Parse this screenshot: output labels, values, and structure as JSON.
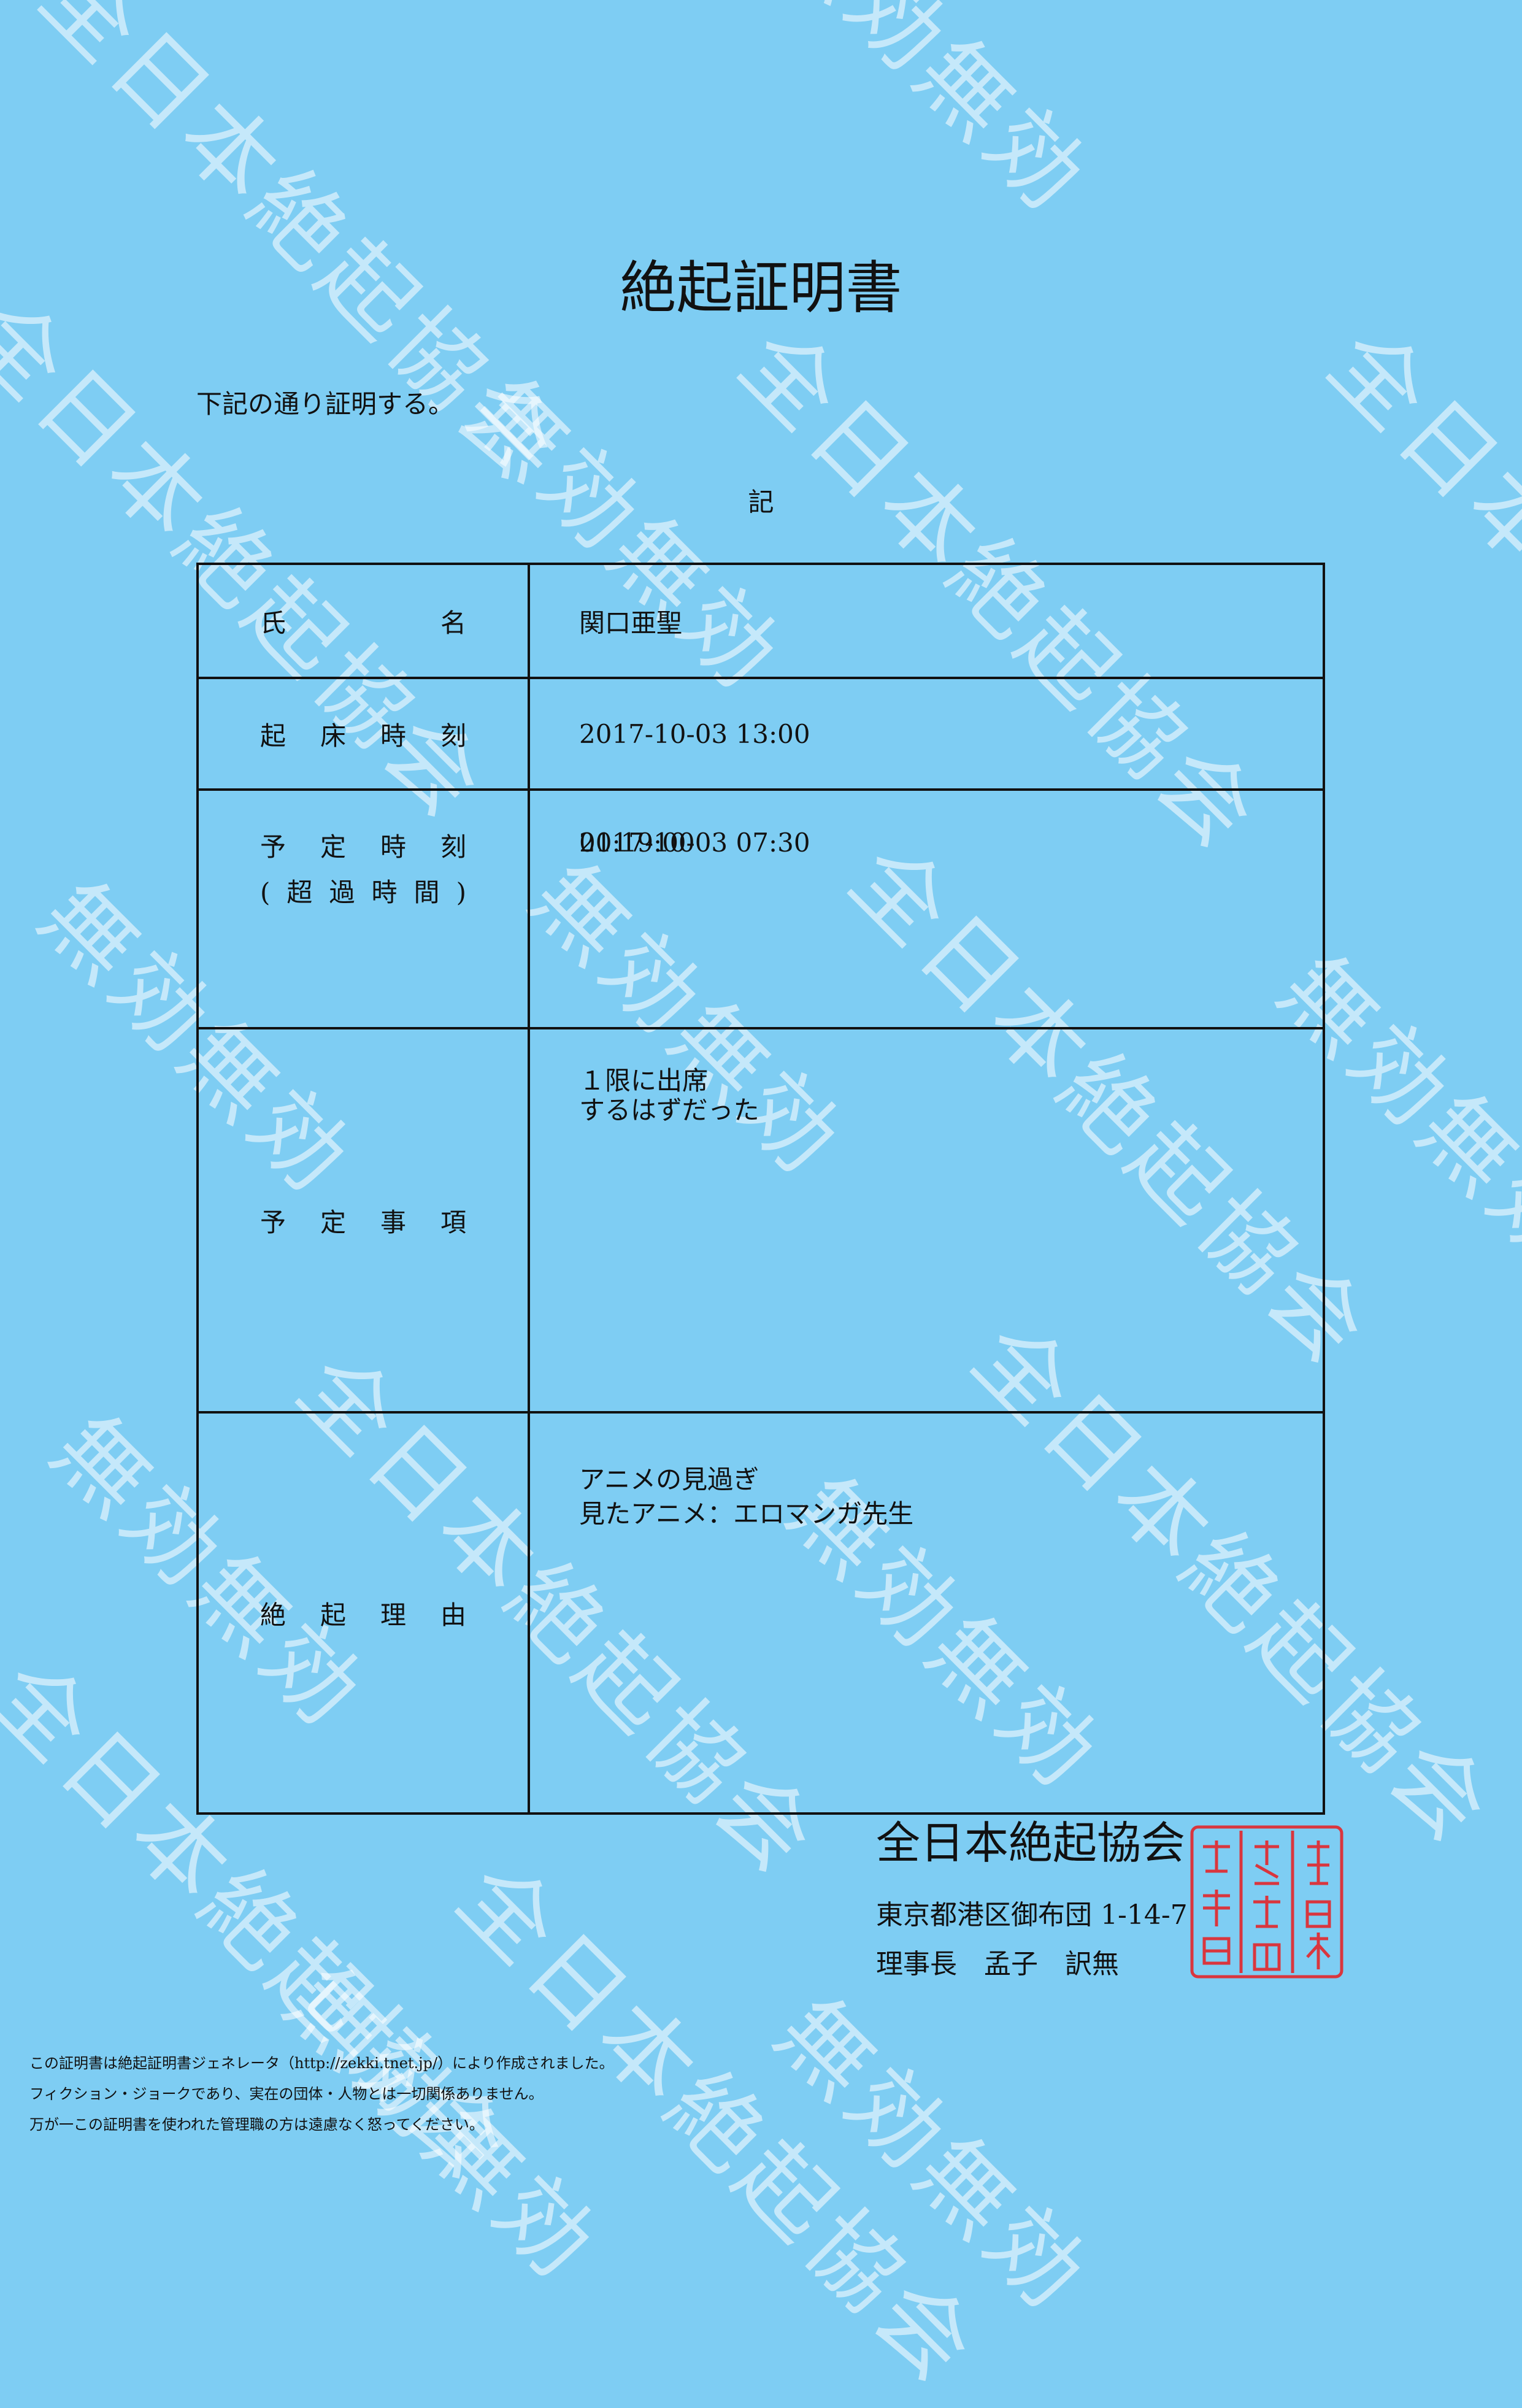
{
  "watermark": {
    "lines": [
      "全日本絶起協会",
      "無効無効"
    ]
  },
  "document": {
    "title": "絶起証明書",
    "intro": "下記の通り証明する。",
    "ki": "記"
  },
  "table": {
    "name": {
      "label": "氏名",
      "value": "関口亜聖"
    },
    "wake_time": {
      "label": "起床時刻",
      "value": "2017-10-03 13:00"
    },
    "scheduled_time": {
      "label_line1": "予定時刻",
      "label_line2": "(超過時間)",
      "value": "2017-10-03 07:30",
      "value_overlap": "01:19:00"
    },
    "scheduled_item": {
      "label": "予定事項",
      "value_line1": "１限に出席",
      "value_line2": "するはずだった"
    },
    "reason": {
      "label": "絶起理由",
      "value_line1": "アニメの見過ぎ",
      "value_line2": "見たアニメ：エロマンガ先生"
    }
  },
  "issuer": {
    "org": "全日本絶起協会",
    "address": "東京都港区御布団 1-14-7",
    "chairman": "理事長　孟子　訳無",
    "seal_color": "#d9363e"
  },
  "footer": {
    "line1": "この証明書は絶起証明書ジェネレータ（http://zekki.tnet.jp/）により作成されました。",
    "line2": "フィクション・ジョークであり、実在の団体・人物とは一切関係ありません。",
    "line3": "万が一この証明書を使われた管理職の方は遠慮なく怒ってください。"
  }
}
